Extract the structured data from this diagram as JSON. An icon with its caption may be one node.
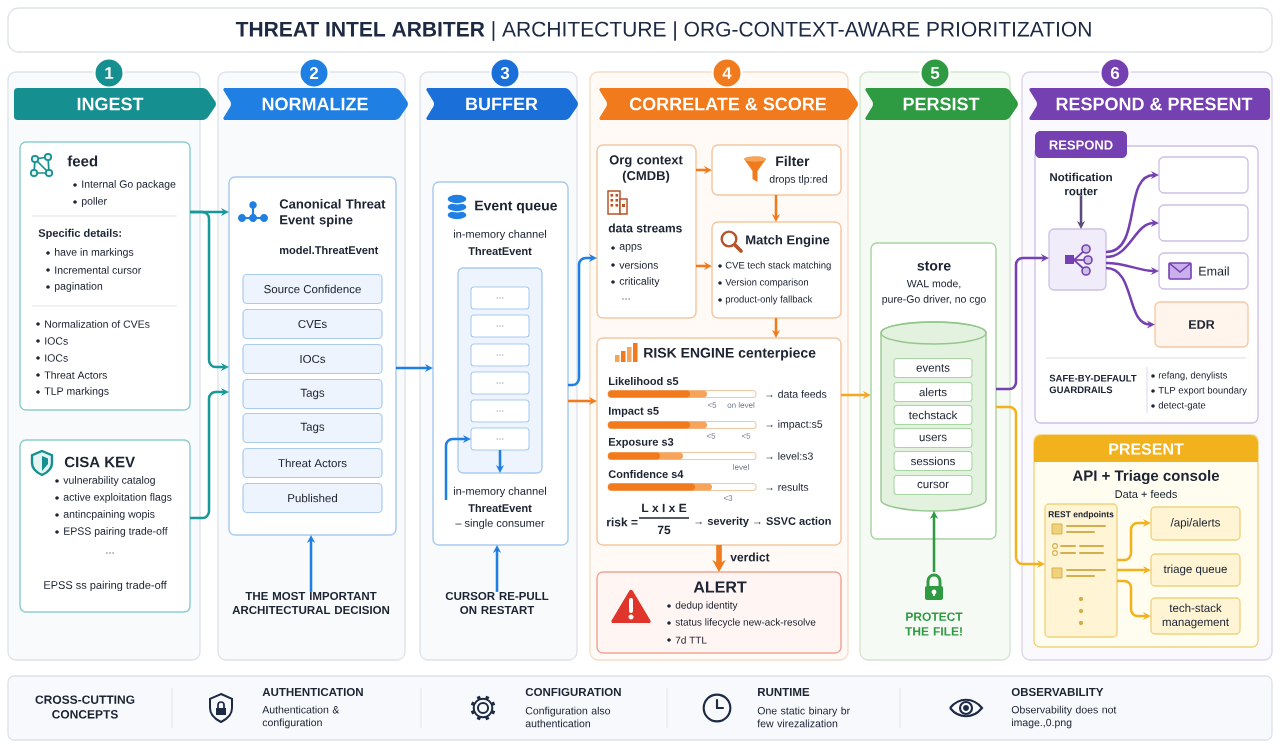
{
  "diagram": {
    "title": "**THREAT INTEL ARBITER** | ARCHITECTURE | ORG-CONTEXT-AWARE PRIORITIZATION",
    "nodes": [
      {
        "text": [
          "1",
          "INGEST"
        ]
      },
      {
        "text": [
          "feed",
          "Internal Go package",
          "poller",
          "Specific details:",
          "have in markings",
          "Incremental cursor",
          "pagination",
          "Normalization of CVEs",
          "IOCs",
          "IOCs",
          "Threat Actors",
          "TLP markings"
        ],
        "in": 0
      },
      {
        "text": [
          "CISA KEV",
          "vulnerability catalog",
          "active exploitation flags",
          "antincpaining wopis",
          "EPSS pairing trade-off",
          "...",
          "EPSS ss pairing trade-off"
        ],
        "in": 0
      },
      {
        "text": [
          "2",
          "NORMALIZE"
        ]
      },
      {
        "text": [
          "Canonical Threat Event spine",
          "model.ThreatEvent"
        ],
        "in": 3
      },
      {
        "text": [
          "Source Confidence"
        ],
        "in": 4
      },
      {
        "text": [
          "CVEs"
        ],
        "in": 4
      },
      {
        "text": [
          "IOCs"
        ],
        "in": 4
      },
      {
        "text": [
          "Tags"
        ],
        "in": 4
      },
      {
        "text": [
          "Tags"
        ],
        "in": 4
      },
      {
        "text": [
          "Threat Actors"
        ],
        "in": 4
      },
      {
        "text": [
          "Published"
        ],
        "in": 4
      },
      {
        "text": [
          "THE MOST IMPORTANT ARCHITECTURAL DECISION"
        ],
        "in": 3
      },
      {
        "text": [
          "3",
          "BUFFER"
        ]
      },
      {
        "text": [
          "Event queue",
          "in-memory channel",
          "ThreatEvent",
          "in-memory channel",
          "ThreatEvent",
          "– single consumer"
        ],
        "in": 13
      },
      {
        "text": [],
        "shape": "box",
        "in": 14
      },
      {
        "text": [
          "..."
        ],
        "in": 15
      },
      {
        "text": [
          "..."
        ],
        "in": 15
      },
      {
        "text": [
          "..."
        ],
        "in": 15
      },
      {
        "text": [
          "..."
        ],
        "in": 15
      },
      {
        "text": [
          "..."
        ],
        "in": 15
      },
      {
        "text": [
          "..."
        ],
        "in": 15
      },
      {
        "text": [
          "CURSOR RE-PULL ON RESTART"
        ],
        "in": 13
      },
      {
        "text": [
          "4",
          "CORRELATE & SCORE"
        ]
      },
      {
        "text": [
          "Org context (CMDB)",
          "data streams",
          "apps",
          "versions",
          "criticality",
          "..."
        ],
        "in": 23
      },
      {
        "text": [
          "Filter",
          "drops tlp:red"
        ],
        "in": 23
      },
      {
        "text": [
          "Match Engine",
          "CVE tech stack matching",
          "Version comparison",
          "product-only fallback"
        ],
        "in": 23
      },
      {
        "text": [
          "RISK ENGINE centerpiece",
          "Likelihood s5",
          "→ data feeds",
          "<5",
          "on level",
          "Impact s5",
          "→ impact:s5",
          "<5",
          "<5",
          "Exposure s3",
          "→ level:s3",
          "level",
          "Confidence s4",
          "→ results",
          "<3",
          "risk =",
          "L x I x E",
          "75",
          "→ severity → SSVC action"
        ],
        "in": 23
      },
      {
        "text": [
          "ALERT",
          "dedup identity",
          "status lifecycle new-ack-resolve",
          "7d TTL"
        ],
        "in": 23
      },
      {
        "text": [
          "5",
          "PERSIST"
        ]
      },
      {
        "text": [
          "store",
          "WAL mode,",
          "pure-Go driver, no cgo"
        ],
        "in": 29
      },
      {
        "text": [],
        "shape": "cylinder",
        "in": 30
      },
      {
        "text": [
          "events"
        ],
        "in": 31
      },
      {
        "text": [
          "alerts"
        ],
        "in": 31
      },
      {
        "text": [
          "techstack"
        ],
        "in": 31
      },
      {
        "text": [
          "users"
        ],
        "in": 31
      },
      {
        "text": [
          "sessions"
        ],
        "in": 31
      },
      {
        "text": [
          "cursor"
        ],
        "in": 31
      },
      {
        "text": [
          "PROTECT THE FILE!"
        ],
        "in": 29
      },
      {
        "text": [
          "6",
          "RESPOND & PRESENT"
        ]
      },
      {
        "text": [
          "RESPOND",
          "SAFE-BY-DEFAULT GUARDRAILS",
          "refang, denylists",
          "TLP export boundary",
          "detect-gate"
        ],
        "in": 39
      },
      {
        "text": [
          "Notification router"
        ],
        "in": 40
      },
      {
        "text": [],
        "shape": "box",
        "in": 40
      },
      {
        "text": [],
        "shape": "box",
        "in": 40
      },
      {
        "text": [],
        "shape": "box",
        "in": 40
      },
      {
        "text": [
          "Email"
        ],
        "in": 40
      },
      {
        "text": [
          "EDR"
        ],
        "in": 40
      },
      {
        "text": [
          "PRESENT",
          "API + Triage console",
          "Data + feeds"
        ],
        "in": 39
      },
      {
        "text": [
          "REST endpoints"
        ],
        "in": 47
      },
      {
        "text": [
          "/api/alerts"
        ],
        "in": 47
      },
      {
        "text": [
          "triage queue"
        ],
        "in": 47
      },
      {
        "text": [
          "tech-stack management"
        ],
        "in": 47
      },
      {
        "text": [
          "CROSS-CUTTING CONCEPTS",
          "AUTHENTICATION",
          "Authentication & configuration",
          "CONFIGURATION",
          "Configuration also authentication",
          "RUNTIME",
          "One static binary br few virezalization",
          "OBSERVABILITY",
          "Observability does not image.,0.png"
        ]
      }
    ],
    "edges": [
      {
        "from": 1,
        "to": 4,
        "arrow": "to",
        "color": "#17999a"
      },
      {
        "from": 1,
        "to": 4,
        "arrow": "to",
        "color": "#17999a"
      },
      {
        "from": 2,
        "to": 4,
        "arrow": "to",
        "color": "#17999a"
      },
      {
        "from": 12,
        "to": 4,
        "arrow": "to",
        "color": "#1f7fe3"
      },
      {
        "from": 4,
        "to": 14,
        "arrow": "to",
        "color": "#1f7fe3"
      },
      {
        "from": null,
        "to": 21,
        "arrow": "to",
        "color": "#1f7fe3"
      },
      {
        "from": 22,
        "to": 14,
        "arrow": "to",
        "color": "#1f7fe3"
      },
      {
        "from": 14,
        "to": 24,
        "arrow": "to",
        "color": "#1f7fe3"
      },
      {
        "from": 14,
        "to": 27,
        "arrow": "to",
        "color": "#f07a1c"
      },
      {
        "from": 24,
        "to": 25,
        "arrow": "to",
        "color": "#f07a1c"
      },
      {
        "from": 24,
        "to": 26,
        "arrow": "to",
        "color": "#f07a1c"
      },
      {
        "from": 25,
        "to": 26,
        "arrow": "to",
        "color": "#f07a1c"
      },
      {
        "from": 26,
        "to": 27,
        "arrow": "to",
        "color": "#f07a1c"
      },
      {
        "from": 27,
        "to": 28,
        "arrow": "to",
        "label": "verdict",
        "style": "thick",
        "color": "#f07a1c"
      },
      {
        "from": 27,
        "to": 30,
        "arrow": "to",
        "color": "#f5a623"
      },
      {
        "from": 38,
        "to": 31,
        "arrow": "to",
        "color": "#2e9a41"
      },
      {
        "from": 30,
        "to": 42,
        "arrow": "to",
        "color": "#7440b2"
      },
      {
        "from": 30,
        "to": 48,
        "arrow": "to",
        "color": "#f2b21e"
      },
      {
        "from": 41,
        "to": 42,
        "arrow": "to",
        "color": "#5b4a7a"
      },
      {
        "from": 42,
        "to": 43,
        "arrow": "to",
        "color": "#7440b2"
      },
      {
        "from": 42,
        "to": 44,
        "arrow": "to",
        "color": "#7440b2"
      },
      {
        "from": 42,
        "to": 45,
        "arrow": "to",
        "color": "#7440b2"
      },
      {
        "from": 42,
        "to": 46,
        "arrow": "to",
        "color": "#7440b2"
      },
      {
        "from": 48,
        "to": 49,
        "arrow": "to",
        "color": "#f2b21e"
      },
      {
        "from": 48,
        "to": 50,
        "arrow": "to",
        "color": "#f2b21e"
      },
      {
        "from": 48,
        "to": 51,
        "arrow": "to",
        "color": "#f2b21e"
      },
      {
        "from": 21,
        "to": 15,
        "arrow": "to",
        "color": "#1f7fe3"
      }
    ]
  }
}
